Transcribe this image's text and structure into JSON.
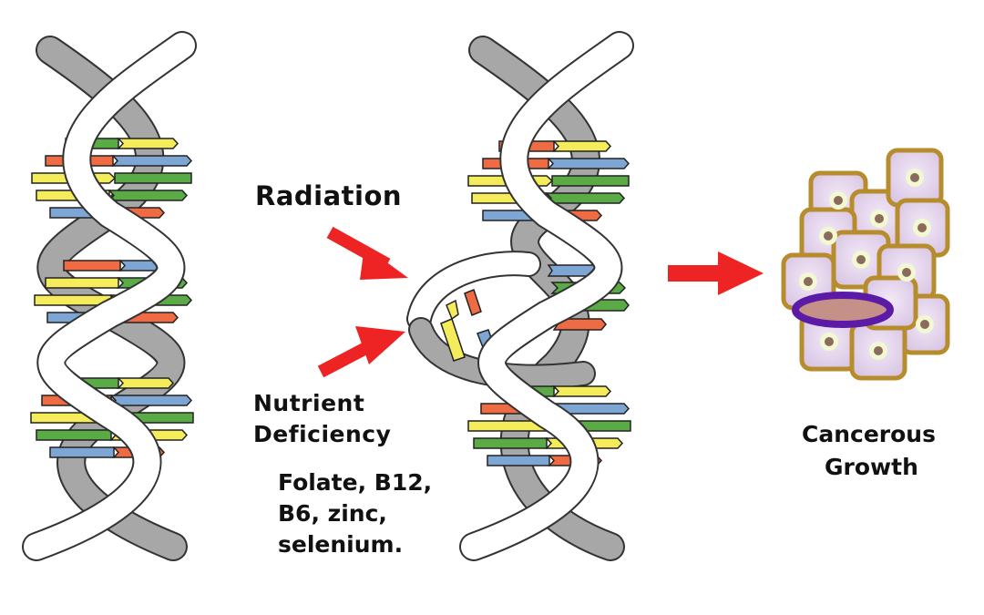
{
  "labels": {
    "radiation": "Radiation",
    "nutrient_line1": "Nutrient",
    "nutrient_line2": "Deficiency",
    "nutrients_line1": "Folate, B12,",
    "nutrients_line2": "B6, zinc,",
    "nutrients_line3": "selenium.",
    "result_line1": "Cancerous",
    "result_line2": "Growth"
  },
  "colors": {
    "base_green": "#5aaa46",
    "base_yellow": "#f4ec5a",
    "base_orange": "#ef6b43",
    "base_blue": "#7ea6d4",
    "backbone_front": "#ffffff",
    "backbone_back": "#a7a7a7",
    "arrow": "#ee2424",
    "cell_border": "#b68c2c",
    "cell_fill": "#e6d8ee",
    "nucleus": "#8a6b5c",
    "ring_outer": "#5b1ba7",
    "ring_inner": "#c59088"
  }
}
